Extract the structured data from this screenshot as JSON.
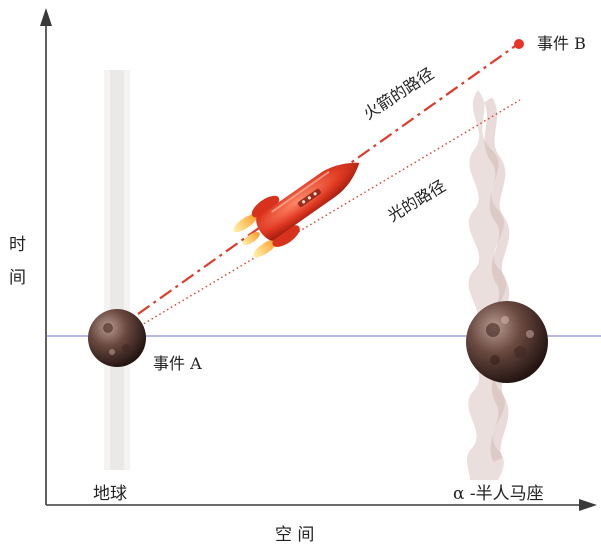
{
  "axes": {
    "x_label": "空 间",
    "y_label_chars": [
      "时",
      "间"
    ]
  },
  "bodies": {
    "earth_label": "地球",
    "alpha_centauri_label": "α -半人马座"
  },
  "events": {
    "a_label": "事件 A",
    "b_label": "事件 B"
  },
  "paths": {
    "rocket_path_label": "火箭的路径",
    "light_path_label": "光的路径"
  },
  "colors": {
    "axis": "#3a3a3a",
    "simultaneity_line": "#6d74c4",
    "rocket_path": "#e23a2a",
    "light_path": "#e23a2a",
    "rocket_body": "#e03a22",
    "planet": "#5a3a32",
    "worldline_earth": "#d9d4d0",
    "worldline_alpha": "#d8c4bf"
  },
  "icons": {
    "rocket": "rocket-icon",
    "earth": "planet-icon",
    "alpha_centauri": "planet-icon"
  }
}
